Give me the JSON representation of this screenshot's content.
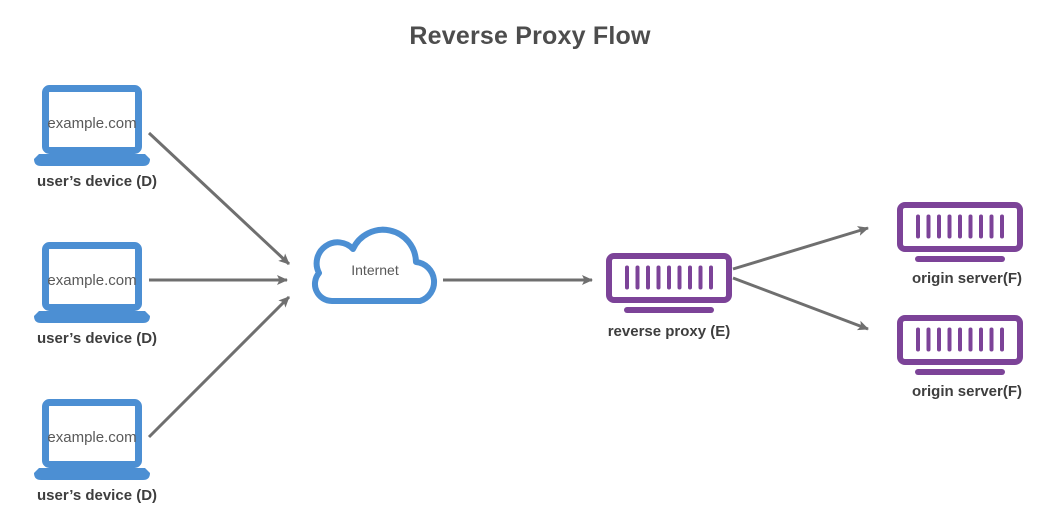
{
  "title": "Reverse Proxy Flow",
  "devices": [
    {
      "screen_text": "example.com",
      "label": "user’s device (D)"
    },
    {
      "screen_text": "example.com",
      "label": "user’s device (D)"
    },
    {
      "screen_text": "example.com",
      "label": "user’s device (D)"
    }
  ],
  "internet": {
    "label": "Internet"
  },
  "reverse_proxy": {
    "label": "reverse proxy (E)"
  },
  "origin_servers": [
    {
      "label": "origin server(F)"
    },
    {
      "label": "origin server(F)"
    }
  ],
  "icons": {
    "device": "laptop-icon",
    "internet": "cloud-icon",
    "reverse_proxy": "server-icon",
    "origin_server": "server-icon",
    "connector": "arrow-icon"
  },
  "colors": {
    "device_blue": "#4C8FD3",
    "server_purple": "#7C4398",
    "arrow_gray": "#6F6F6F",
    "title_text": "#4D4D4D",
    "label_text": "#3E3E3E",
    "screen_text": "#595959",
    "background": "#FFFFFF"
  }
}
